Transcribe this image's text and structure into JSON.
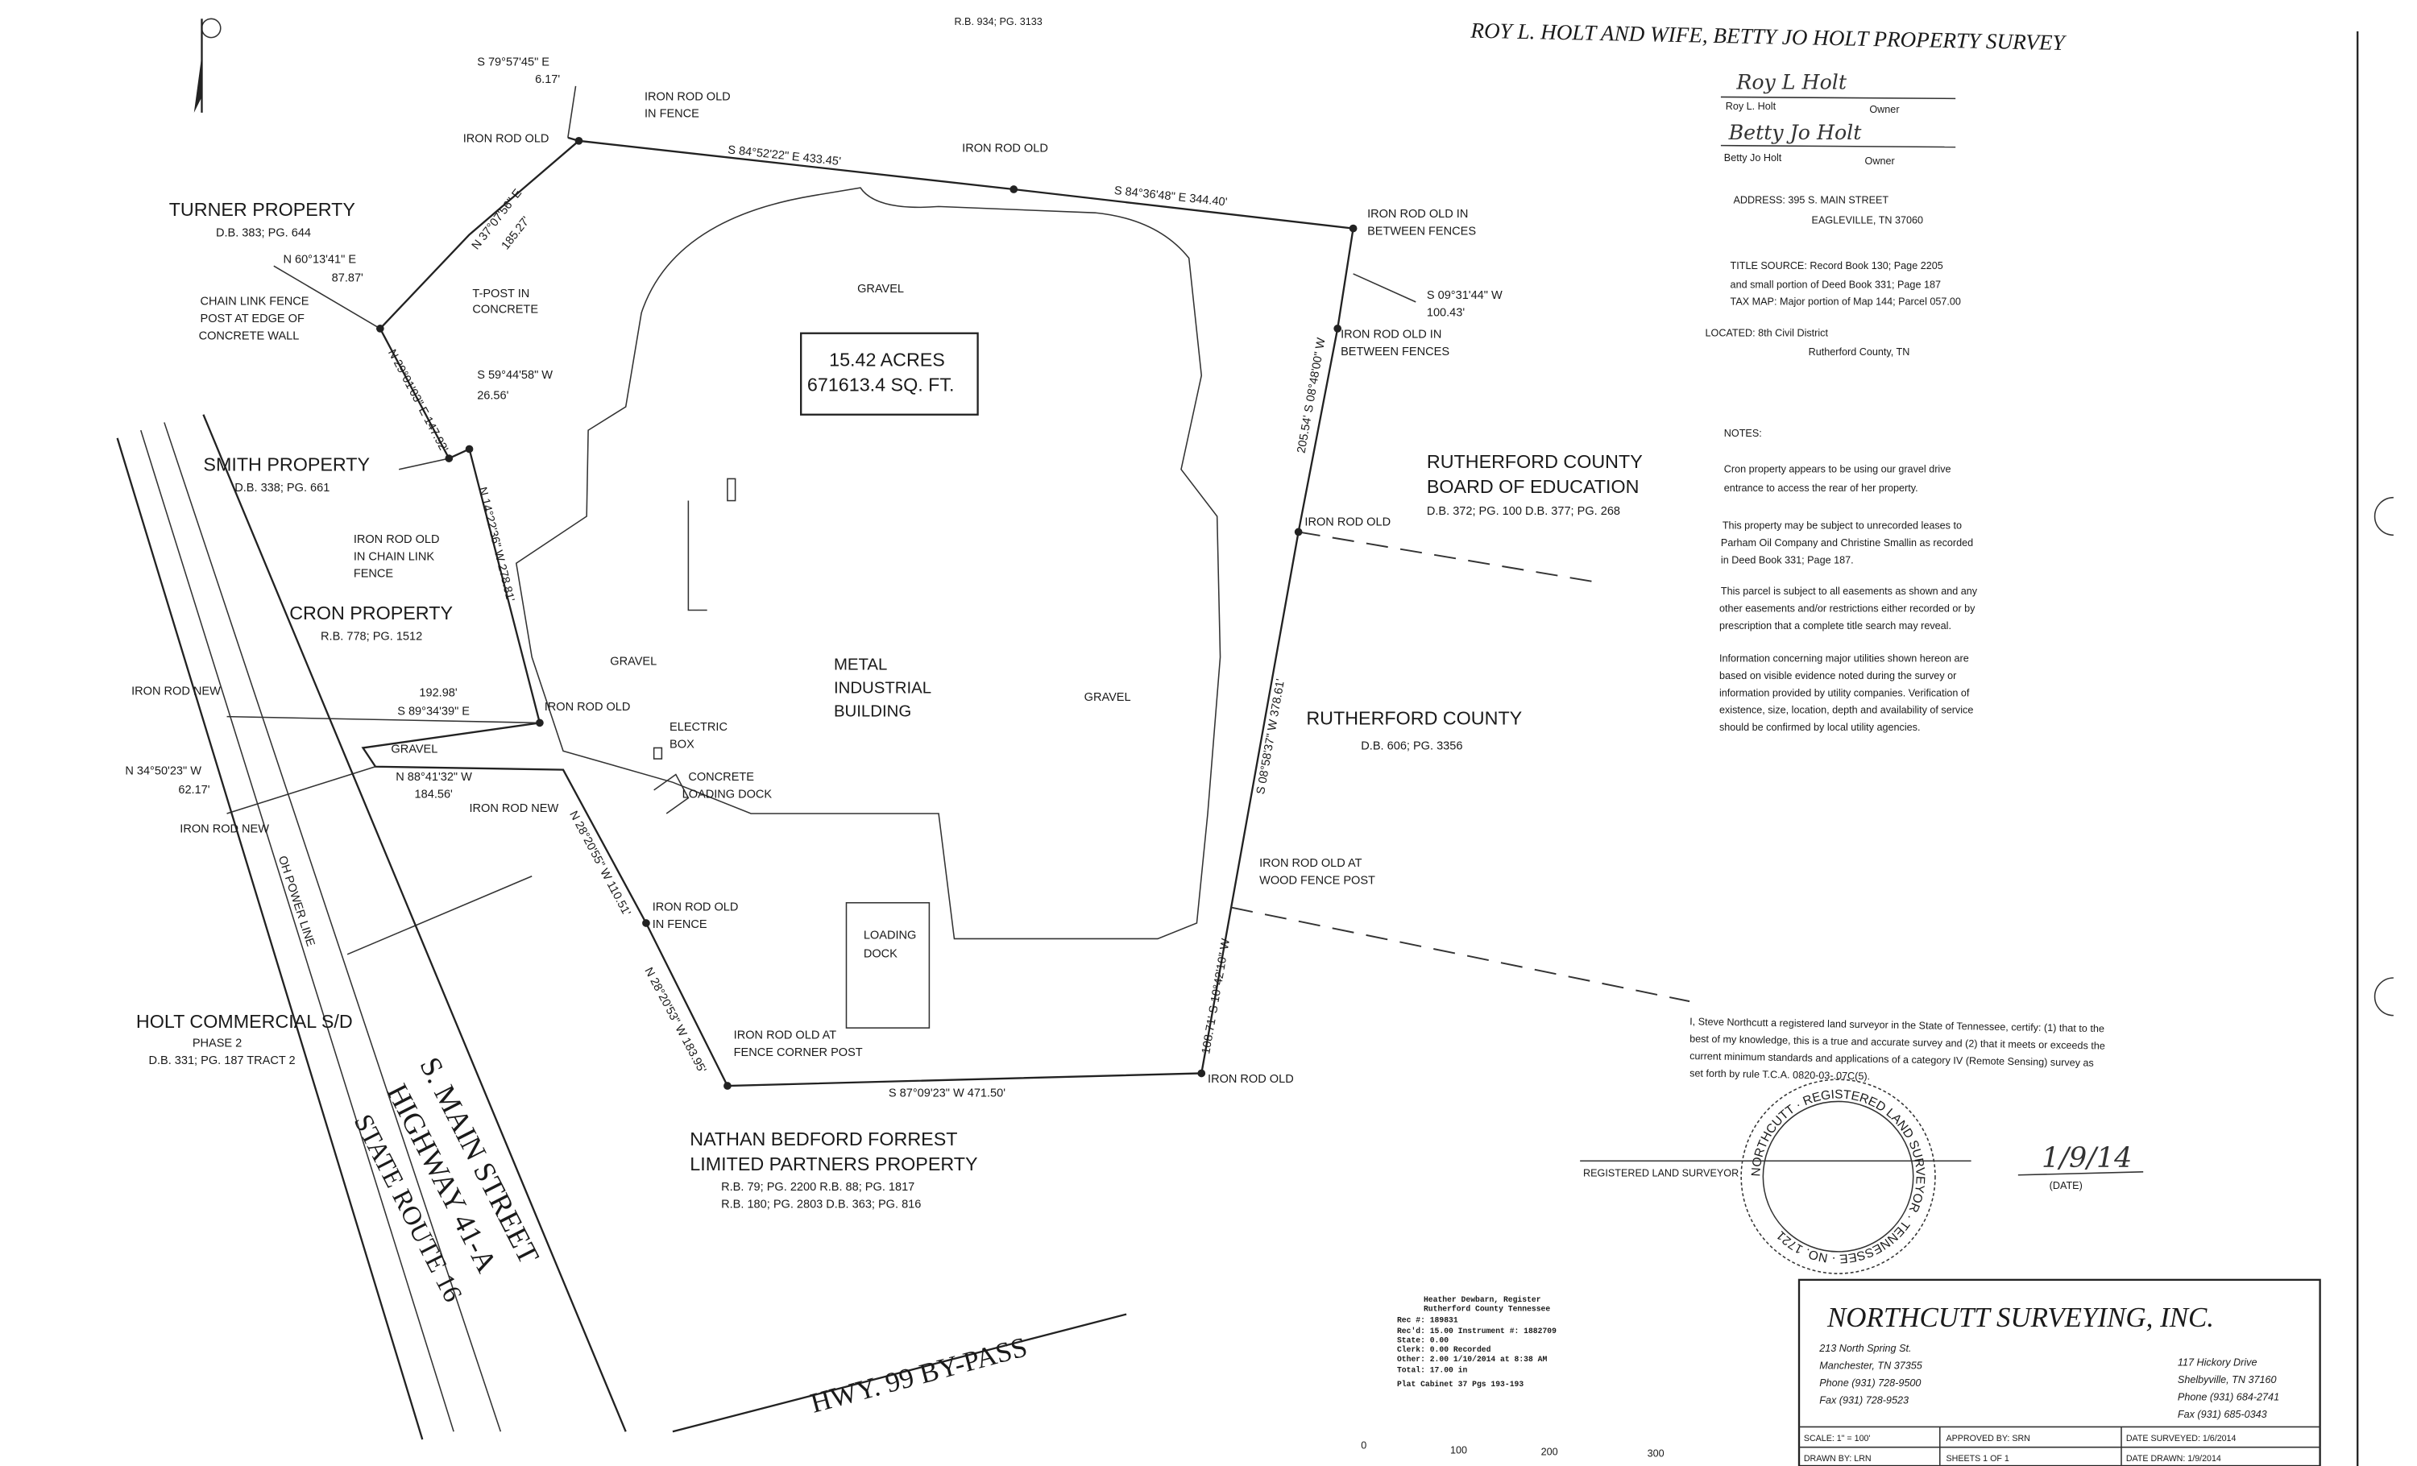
{
  "header": {
    "top_stamp": "R.B. 934; PG. 3133",
    "title": "ROY L. HOLT AND WIFE, BETTY JO HOLT PROPERTY SURVEY"
  },
  "owners": [
    {
      "signature": "Roy L Holt",
      "name": "Roy L. Holt",
      "role": "Owner"
    },
    {
      "signature": "Betty Jo Holt",
      "name": "Betty Jo Holt",
      "role": "Owner"
    }
  ],
  "info": {
    "address_1": "ADDRESS: 395 S. MAIN STREET",
    "address_2": "EAGLEVILLE, TN 37060",
    "title_source_1": "TITLE SOURCE: Record Book 130; Page 2205",
    "title_source_2": "and small portion of Deed Book 331; Page 187",
    "tax_map": "TAX MAP: Major portion of Map 144; Parcel 057.00",
    "located_1": "LOCATED: 8th Civil District",
    "located_2": "Rutherford County, TN"
  },
  "notes": {
    "heading": "NOTES:",
    "lines": [
      "Cron property appears to be using our gravel drive",
      "entrance to access the rear of her property.",
      "This property may be subject to unrecorded leases to",
      "Parham Oil Company and Christine Smallin as recorded",
      "in Deed Book 331; Page 187.",
      "This parcel is subject to all easements as shown and any",
      "other easements and/or restrictions either recorded or by",
      "prescription that a complete title search may reveal.",
      "Information concerning major utilities shown hereon are",
      "based on visible evidence noted during the survey or",
      "information provided by utility companies. Verification of",
      "existence, size, location, depth and availability of service",
      "should be confirmed by local utility agencies."
    ]
  },
  "certificate": {
    "lines": [
      "I, Steve Northcutt a registered land surveyor in the State of Tennessee, certify: (1) that to the",
      "best of my knowledge, this is a true and accurate survey and (2) that it meets or exceeds the",
      "current minimum standards and  applications of a category IV (Remote Sensing) survey as",
      "set forth  by rule T.C.A. 0820-03-.07C(5)."
    ],
    "signature_label": "REGISTERED LAND SURVEYOR",
    "date": "1/9/14",
    "date_label": "(DATE)",
    "seal_text": "NORTHCUTT · REGISTERED LAND SURVEYOR · TENNESSEE · NO. 1721"
  },
  "company": {
    "name": "NORTHCUTT SURVEYING, INC.",
    "office_1": [
      "213 North Spring St.",
      "Manchester, TN 37355",
      "Phone (931) 728-9500",
      "Fax (931) 728-9523"
    ],
    "office_2": [
      "117 Hickory Drive",
      "Shelbyville, TN 37160",
      "Phone (931) 684-2741",
      "Fax (931) 685-0343"
    ],
    "table": {
      "scale": "SCALE: 1\" = 100'",
      "approved": "APPROVED BY: SRN",
      "date_surveyed": "DATE SURVEYED: 1/6/2014",
      "drawn_by": "DRAWN BY: LRN",
      "sheets": "SHEETS  1     OF  1",
      "date_drawn": "DATE DRAWN: 1/9/2014"
    }
  },
  "recording": {
    "lines": [
      "Heather Dewbarn, Register",
      "Rutherford County Tennessee",
      "Rec #: 189831",
      "Rec'd:     15.00    Instrument #: 1882709",
      "State:      0.00",
      "Clerk:      0.00          Recorded",
      "Other:      2.00    1/10/2014 at 8:38 AM",
      "Total:     17.00             in",
      "           Plat Cabinet 37 Pgs 193-193"
    ]
  },
  "scale_bar": [
    "0",
    "100",
    "200",
    "300"
  ],
  "map": {
    "area_acres": "15.42 ACRES",
    "area_sqft": "671613.4 SQ. FT.",
    "iron_rod_old": "IRON ROD OLD",
    "iron_rod_new": "IRON ROD NEW",
    "in_fence": "IN FENCE",
    "gravel": "GRAVEL",
    "bearings": {
      "b1": "S 79°57'45\" E",
      "b1_d": "6.17'",
      "b2": "S 84°52'22\" E  433.45'",
      "b3": "S 84°36'48\" E  344.40'",
      "b4": "N 37°07'56\" E",
      "b4_d": "185.27'",
      "b5": "N 60°13'41\" E",
      "b5_d": "87.87'",
      "b6": "S 09°31'44\" W",
      "b6_d": "100.43'",
      "b7": "N 29°01'03\" E  147.92'",
      "b8": "S 59°44'58\" W",
      "b8_d": "26.56'",
      "b9": "205.54'  S 08°48'00\" W",
      "b10": "N 14°22'36\" W  278.81'",
      "b11": "S 08°58'37\" W  378.61'",
      "b12_d": "192.98'",
      "b12": "S 89°34'39\" E",
      "b13": "N 34°50'23\" W",
      "b13_d": "62.17'",
      "b14": "N 88°41'32\" W",
      "b14_d": "184.56'",
      "b15": "N 28°20'55\" W  110.51'",
      "b16": "N 28°20'53\" W  183.95'",
      "b17": "108.71'  S 10°42'10\" W",
      "b18": "S 87°09'23\" W  471.50'"
    },
    "points": {
      "p1": "IRON ROD OLD IN",
      "between_fences": "BETWEEN FENCES",
      "tpost_1": "T-POST IN",
      "tpost_2": "CONCRETE",
      "chain_1": "CHAIN LINK FENCE",
      "chain_2": "POST AT EDGE OF",
      "chain_3": "CONCRETE WALL",
      "ircl_2": "IN CHAIN LINK",
      "ircl_3": "FENCE",
      "electric_1": "ELECTRIC",
      "electric_2": "BOX",
      "concrete_1": "CONCRETE",
      "concrete_2": "LOADING DOCK",
      "wood_1": "IRON ROD OLD AT",
      "wood_2": "WOOD FENCE POST",
      "corner_2": "FENCE CORNER POST",
      "loading_1": "LOADING",
      "loading_2": "DOCK",
      "power_line": "OH POWER LINE",
      "building_1": "METAL",
      "building_2": "INDUSTRIAL",
      "building_3": "BUILDING"
    },
    "adjoiners": {
      "turner": "TURNER PROPERTY",
      "turner_ref": "D.B. 383; PG. 644",
      "smith": "SMITH PROPERTY",
      "smith_ref": "D.B. 338; PG. 661",
      "cron": "CRON PROPERTY",
      "cron_ref": "R.B. 778; PG. 1512",
      "rcboe_1": "RUTHERFORD COUNTY",
      "rcboe_2": "BOARD OF EDUCATION",
      "rcboe_ref": "D.B. 372; PG. 100  D.B. 377; PG. 268",
      "rc": "RUTHERFORD COUNTY",
      "rc_ref": "D.B. 606; PG. 3356",
      "holt_1": "HOLT COMMERCIAL S/D",
      "holt_2": "PHASE 2",
      "holt_ref": "D.B. 331; PG. 187 TRACT 2",
      "nbf_1": "NATHAN BEDFORD FORREST",
      "nbf_2": "LIMITED PARTNERS PROPERTY",
      "nbf_ref1": "R.B. 79; PG. 2200    R.B. 88; PG. 1817",
      "nbf_ref2": "R.B. 180; PG. 2803   D.B. 363; PG. 816"
    },
    "roads": {
      "main_1": "S. MAIN STREET",
      "main_2": "HIGHWAY 41-A",
      "main_3": "STATE ROUTE 16",
      "hwy99": "HWY. 99 BY-PASS"
    }
  }
}
